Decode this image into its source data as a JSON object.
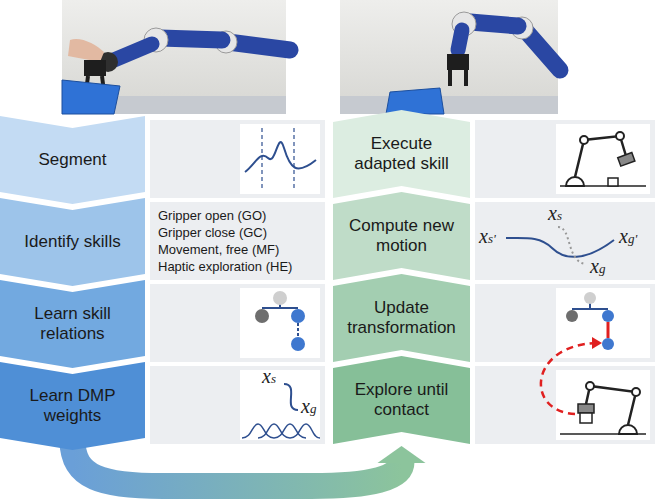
{
  "diagram": {
    "nodes": [
      {
        "text": [
          "Segment"
        ]
      },
      {
        "text": [
          "Identify skills"
        ]
      },
      {
        "text": [
          "Gripper open (GO)",
          "Gripper close (GC)",
          "Movement, free (MF)",
          "Haptic exploration (HE)"
        ]
      },
      {
        "text": [
          "Learn skill relations"
        ]
      },
      {
        "text": [
          "Learn DMP weights"
        ]
      },
      {
        "text": [
          "Execute adapted skill"
        ]
      },
      {
        "text": [
          "Compute new motion"
        ]
      },
      {
        "text": [
          "Update transformation"
        ]
      },
      {
        "text": [
          "Explore until contact"
        ]
      }
    ],
    "edges": [
      {
        "from": 4,
        "to": 8,
        "arrow": "to"
      }
    ],
    "labels": [
      "xs",
      "xg",
      "xs",
      "xs'",
      "xg'",
      "xg"
    ]
  }
}
